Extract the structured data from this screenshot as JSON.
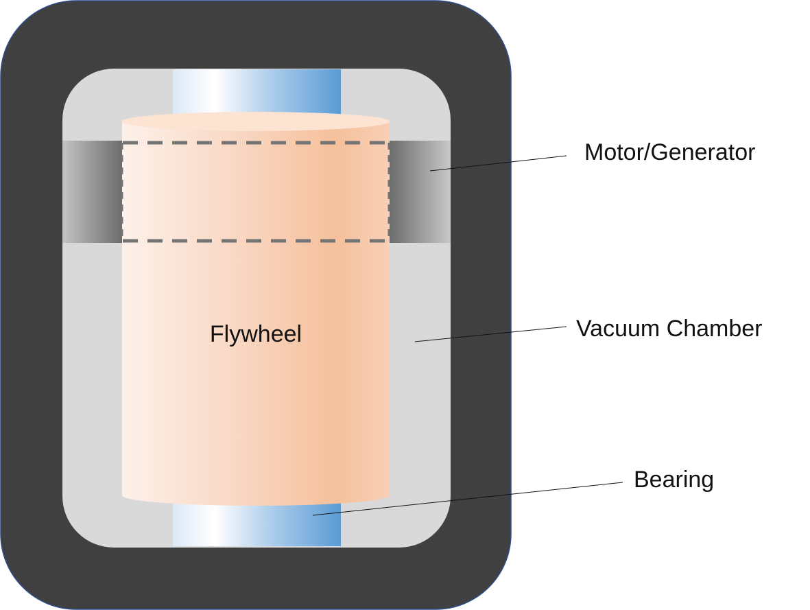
{
  "labels": {
    "flywheel": "Flywheel",
    "motor_generator": "Motor/Generator",
    "vacuum_chamber": "Vacuum Chamber",
    "bearing": "Bearing"
  },
  "colors": {
    "housing": "#404040",
    "housing_outline": "#2f4f8f",
    "chamber": "#d9d9d9",
    "flywheel_light": "#fdf1ea",
    "flywheel_mid": "#f5c09c",
    "bearing_light": "#f4f9ff",
    "bearing_blue": "#5a9bd5",
    "motor_dark": "#6d6d6d",
    "motor_light": "#c8c8c8",
    "dashed": "#747474"
  }
}
